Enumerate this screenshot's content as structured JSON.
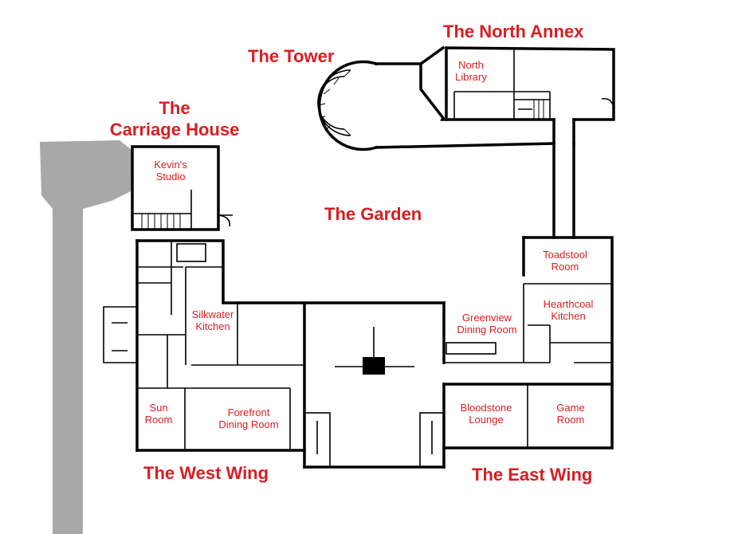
{
  "colors": {
    "label": "#d81e22",
    "wall": "#000000",
    "path": "#a8a8a8",
    "background": "#ffffff"
  },
  "areas": {
    "north_annex": "The North Annex",
    "tower": "The Tower",
    "carriage_house_line1": "The",
    "carriage_house_line2": "Carriage House",
    "garden": "The Garden",
    "west_wing": "The West Wing",
    "east_wing": "The East Wing"
  },
  "rooms": {
    "north_library_line1": "North",
    "north_library_line2": "Library",
    "kevins_studio_line1": "Kevin's",
    "kevins_studio_line2": "Studio",
    "toadstool_line1": "Toadstool",
    "toadstool_line2": "Room",
    "hearthcoal_line1": "Hearthcoal",
    "hearthcoal_line2": "Kitchen",
    "greenview_line1": "Greenview",
    "greenview_line2": "Dining Room",
    "silkwater_line1": "Silkwater",
    "silkwater_line2": "Kitchen",
    "bloodstone_line1": "Bloodstone",
    "bloodstone_line2": "Lounge",
    "game_line1": "Game",
    "game_line2": "Room",
    "sun_line1": "Sun",
    "sun_line2": "Room",
    "forefront_line1": "Forefront",
    "forefront_line2": "Dining Room"
  }
}
